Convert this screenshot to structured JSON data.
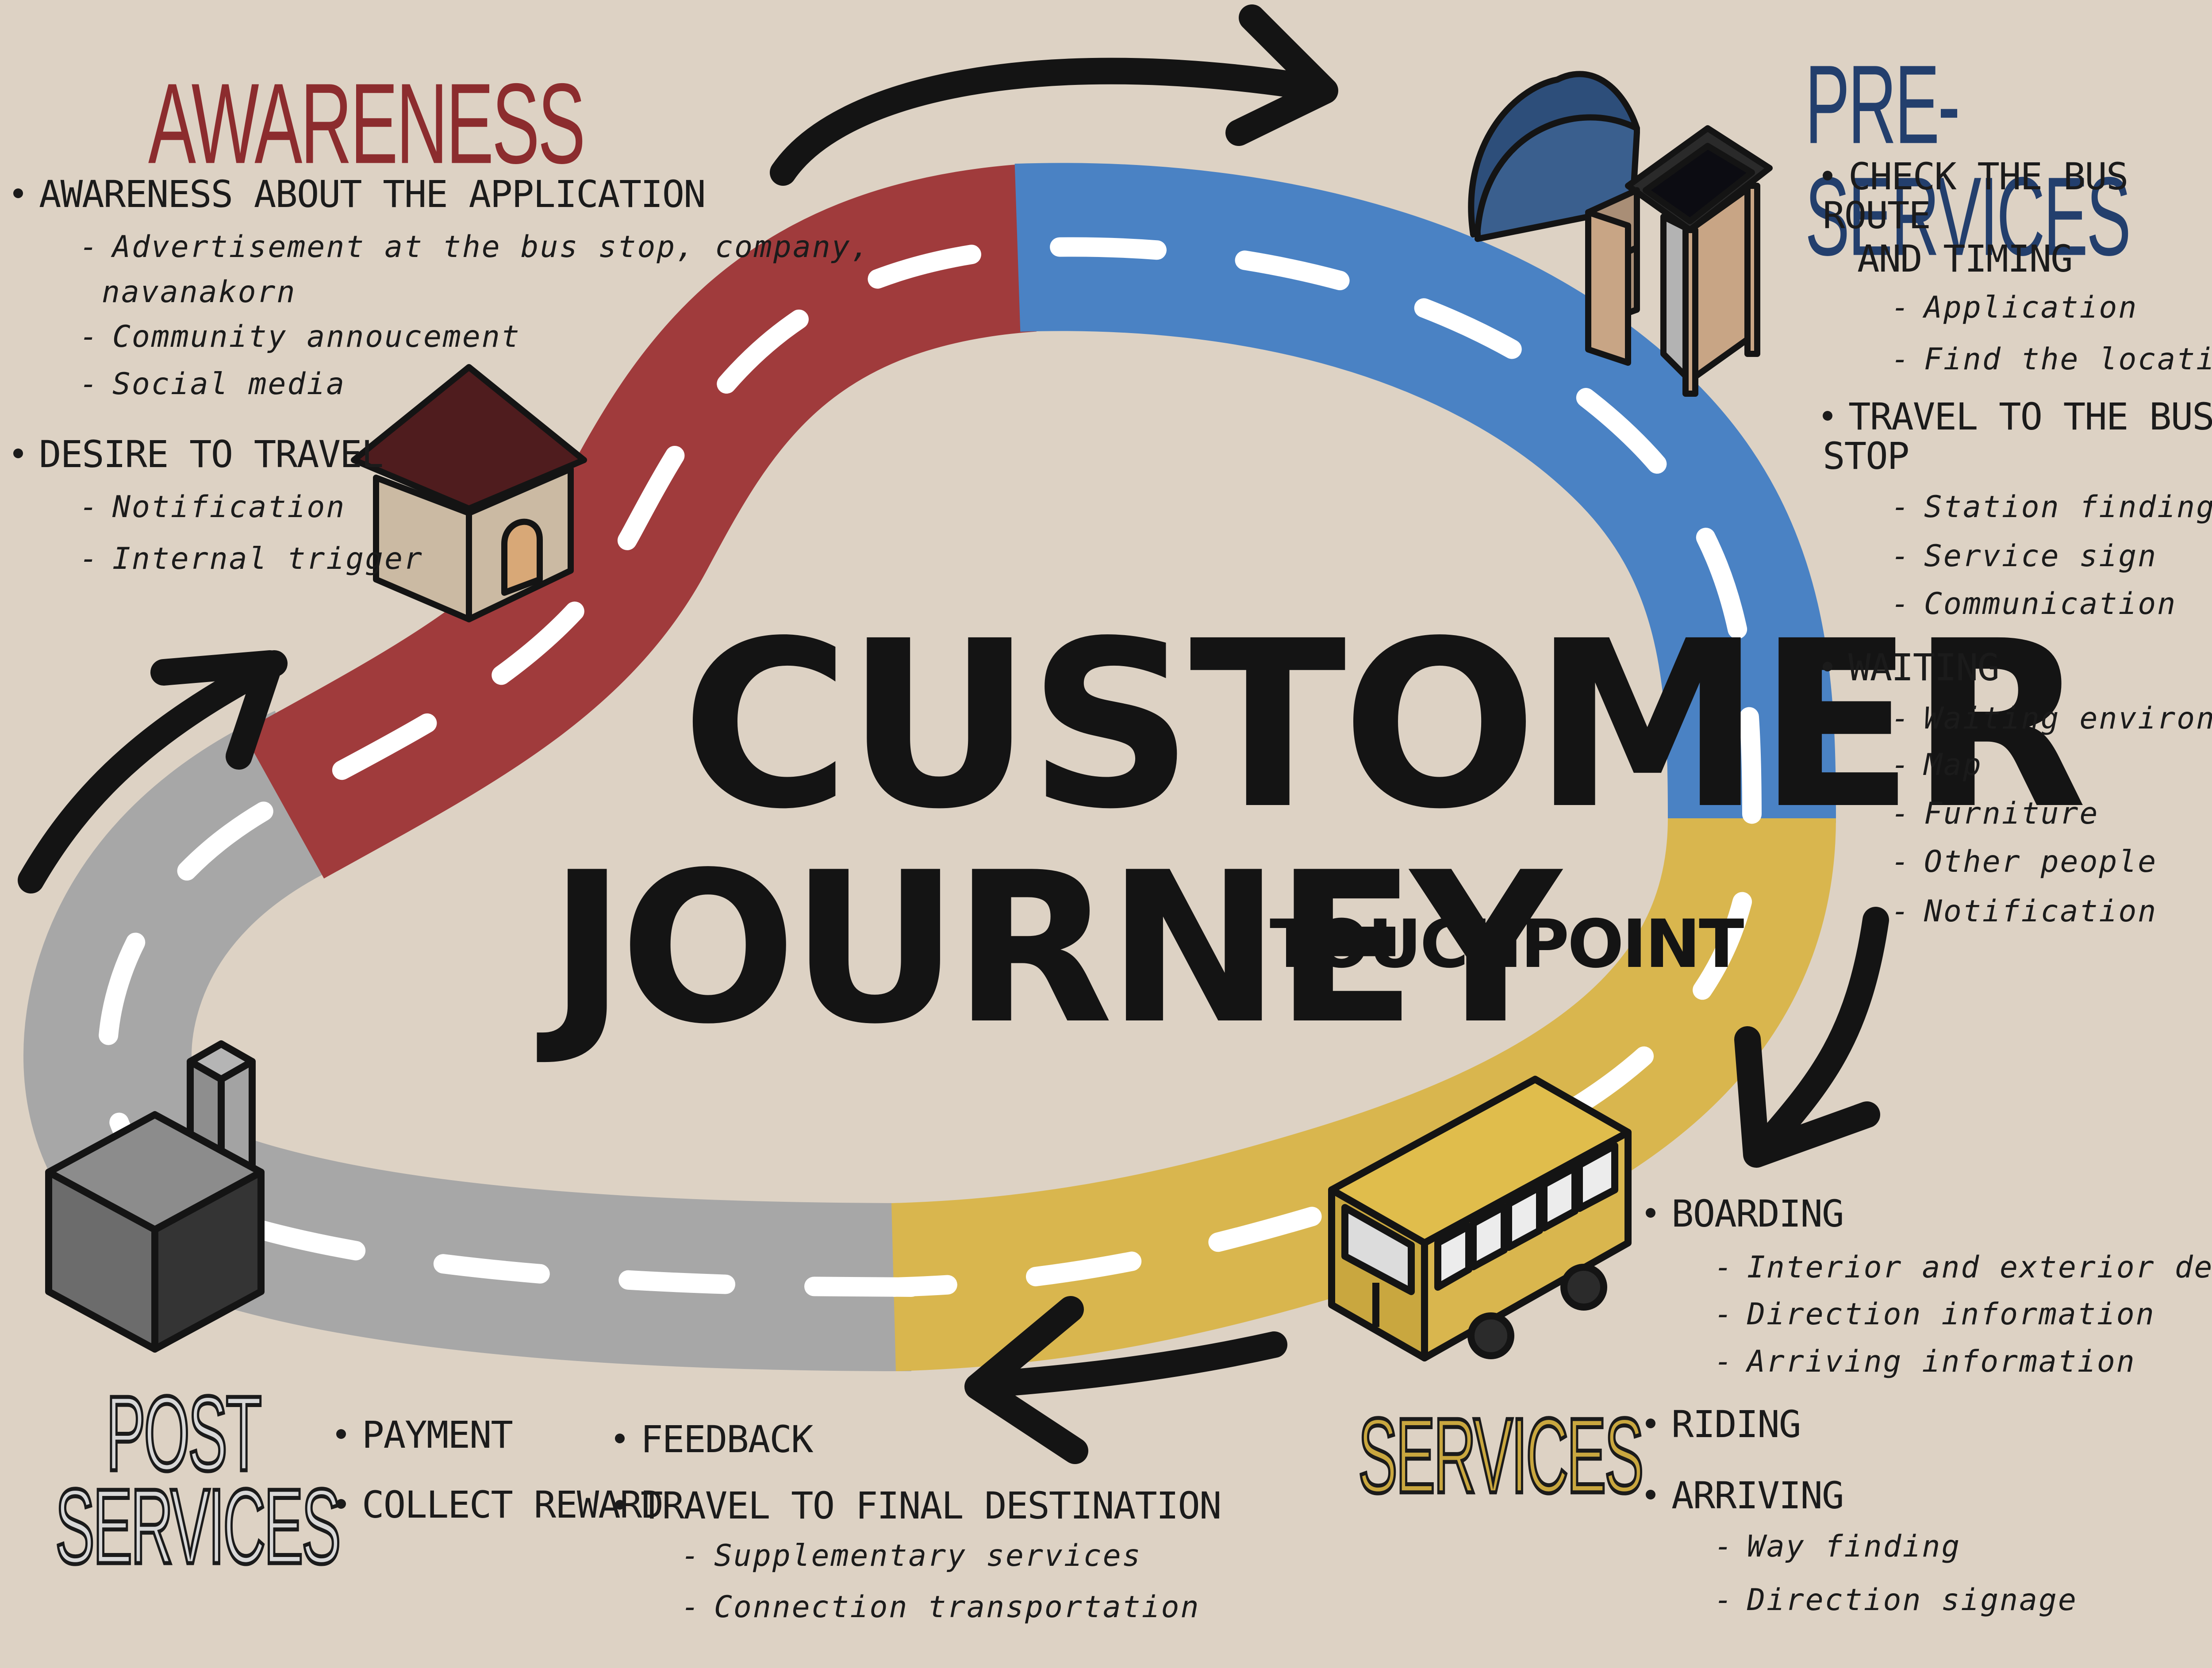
{
  "title": {
    "line1": "CUSTOMER",
    "line2": "JOURNEY",
    "subtitle": "TOUCHPOINT"
  },
  "colors": {
    "background": "#ddd2c4",
    "awareness": "#a03b3c",
    "pre_services": "#4a82c4",
    "services": "#d9b64e",
    "post_services": "#a7a7a7",
    "ink": "#141414"
  },
  "stages": {
    "awareness": {
      "label": "AWARENESS",
      "items": [
        {
          "text": "AWARENESS ABOUT THE APPLICATION",
          "sub": [
            "Advertisement at the bus stop, company,",
            "navanakorn",
            "Community annoucement",
            "Social media"
          ]
        },
        {
          "text": "DESIRE TO TRAVEL",
          "sub": [
            "Notification",
            "Internal trigger"
          ]
        }
      ]
    },
    "pre_services": {
      "label": "PRE-SERVICES",
      "items": [
        {
          "text": "CHECK THE BUS ROUTE",
          "text2": "AND TIMING",
          "sub": [
            "Application",
            "Find the location"
          ]
        },
        {
          "text": "TRAVEL TO THE BUS STOP",
          "sub": [
            "Station finding",
            "Service sign",
            "Communication"
          ]
        },
        {
          "text": "WAITING",
          "sub": [
            "Waiting environment",
            "Map",
            "Furniture",
            "Other people",
            "Notification"
          ]
        }
      ]
    },
    "services": {
      "label": "SERVICES",
      "items": [
        {
          "text": "BOARDING",
          "sub": [
            "Interior and exterior design",
            "Direction information",
            "Arriving information"
          ]
        },
        {
          "text": "RIDING",
          "sub": []
        },
        {
          "text": "ARRIVING",
          "sub": [
            "Way finding",
            "Direction signage"
          ]
        }
      ]
    },
    "post_services": {
      "label_line1": "POST",
      "label_line2": "SERVICES",
      "col1": [
        "PAYMENT",
        "COLLECT REWARD"
      ],
      "col2": [
        {
          "text": "FEEDBACK",
          "sub": []
        },
        {
          "text": "TRAVEL TO FINAL DESTINATION",
          "sub": [
            "Supplementary services",
            "Connection transportation"
          ]
        }
      ]
    }
  },
  "icons": {
    "awareness": "house-icon",
    "pre_services": "bus-stop-shelter-icon",
    "services": "bus-icon",
    "post_services": "factory-icon",
    "flow": "curved-arrow-icon"
  }
}
